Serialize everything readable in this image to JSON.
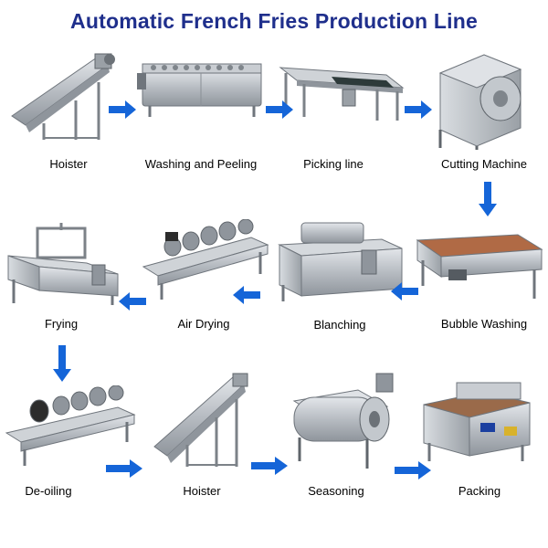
{
  "title": "Automatic French Fries Production Line",
  "colors": {
    "title": "#1f2f8c",
    "arrow": "#1565d8",
    "steel": "#b9bec4"
  },
  "steps": [
    {
      "label": "Hoister"
    },
    {
      "label": "Washing and Peeling"
    },
    {
      "label": "Picking line"
    },
    {
      "label": "Cutting Machine"
    },
    {
      "label": "Bubble Washing"
    },
    {
      "label": "Blanching"
    },
    {
      "label": "Air Drying"
    },
    {
      "label": "Frying"
    },
    {
      "label": "De-oiling"
    },
    {
      "label": "Hoister"
    },
    {
      "label": "Seasoning"
    },
    {
      "label": "Packing"
    }
  ]
}
